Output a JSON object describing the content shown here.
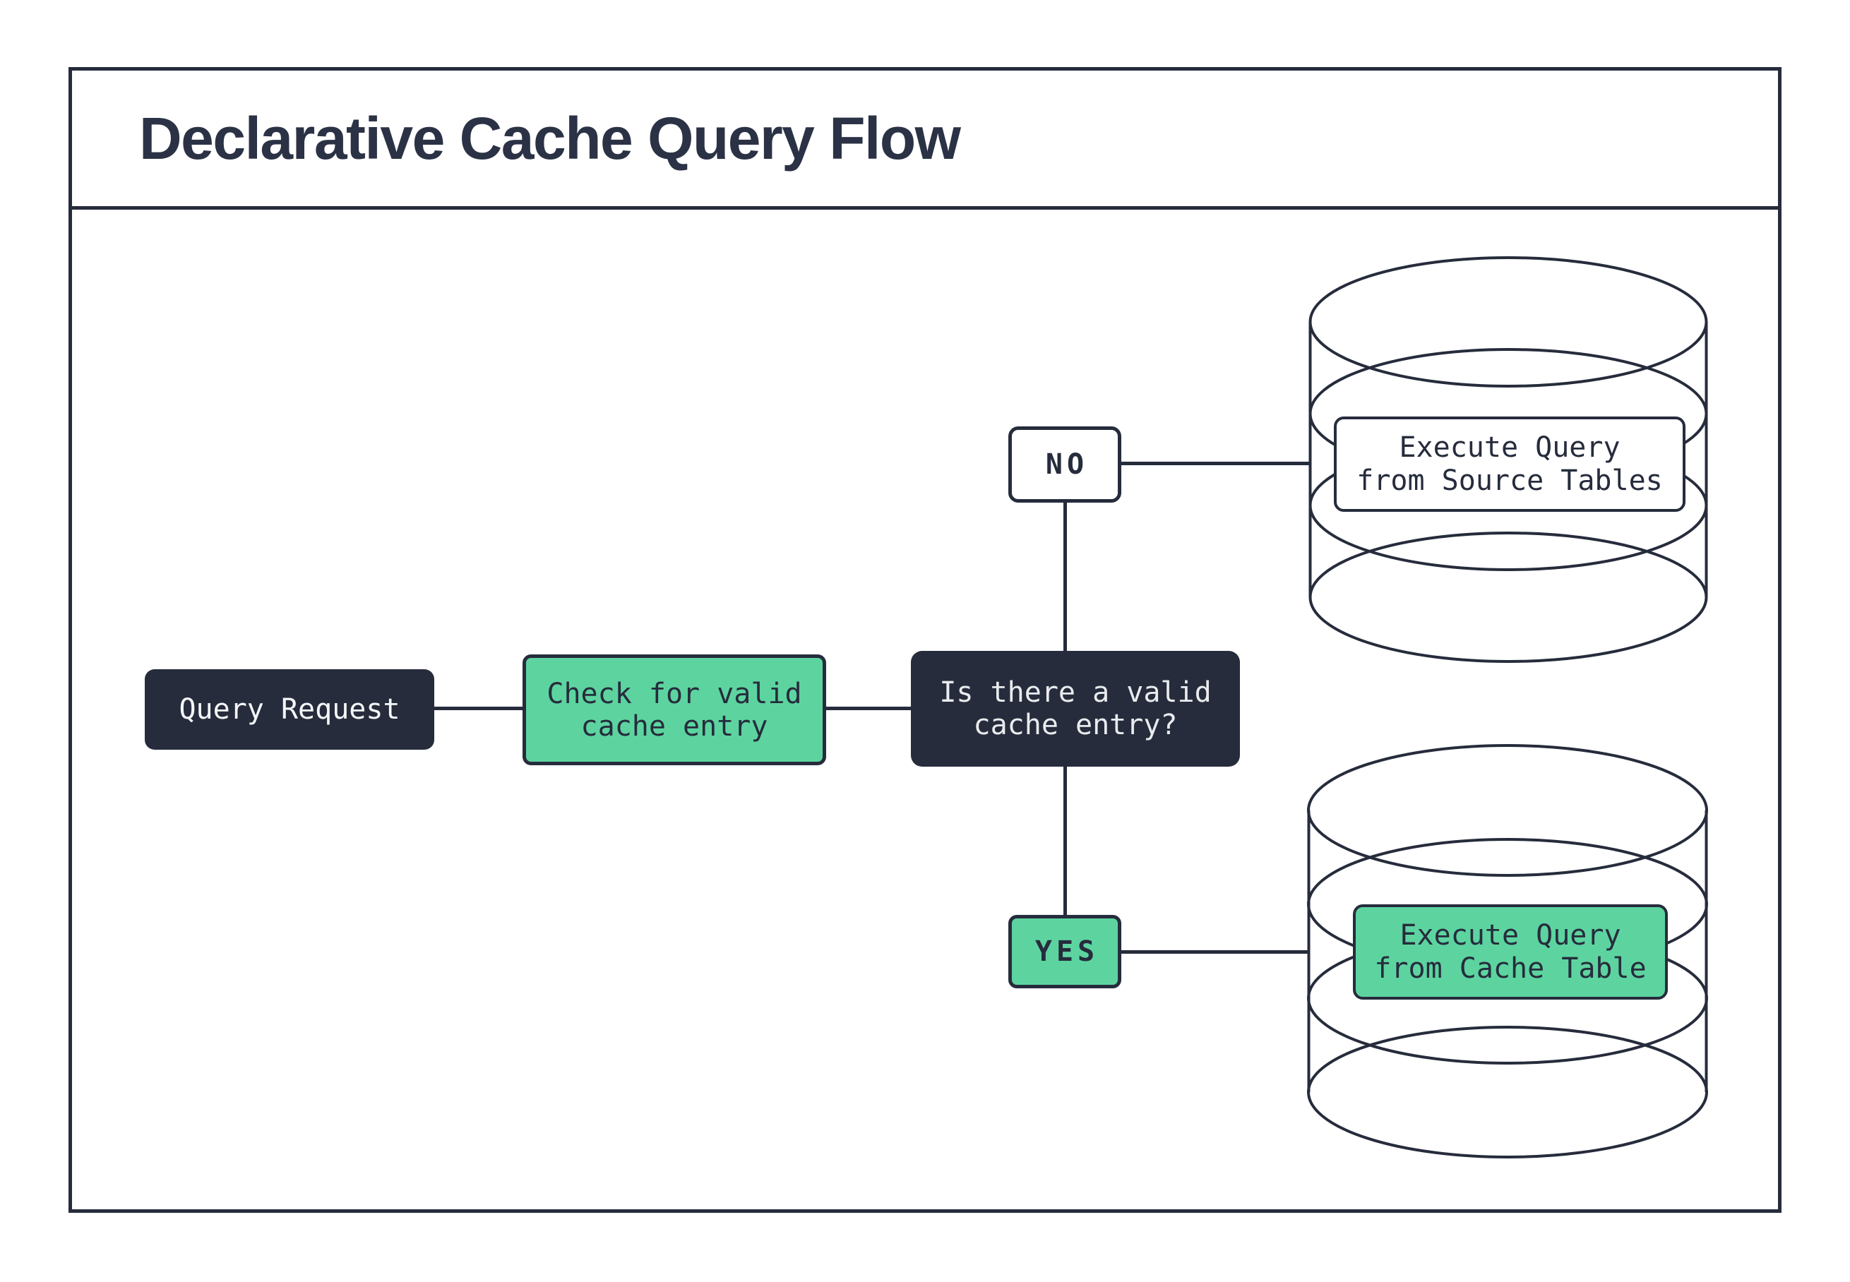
{
  "title": "Declarative Cache Query Flow",
  "colors": {
    "ink": "#262c3c",
    "green": "#5dd4a0",
    "paper": "#ffffff",
    "title_ink": "#2b3245",
    "light_text": "#f5f6f8"
  },
  "flow": {
    "start": {
      "label": "Query Request"
    },
    "process": {
      "lines": [
        "Check for valid",
        "cache entry"
      ]
    },
    "decision": {
      "lines": [
        "Is there a valid",
        "cache entry?"
      ]
    },
    "no_branch": {
      "label": "NO",
      "target": {
        "shape": "database-cylinder",
        "lines": [
          "Execute Query",
          "from Source Tables"
        ]
      }
    },
    "yes_branch": {
      "label": "YES",
      "target": {
        "shape": "database-cylinder",
        "lines": [
          "Execute Query",
          "from Cache Table"
        ]
      }
    }
  }
}
